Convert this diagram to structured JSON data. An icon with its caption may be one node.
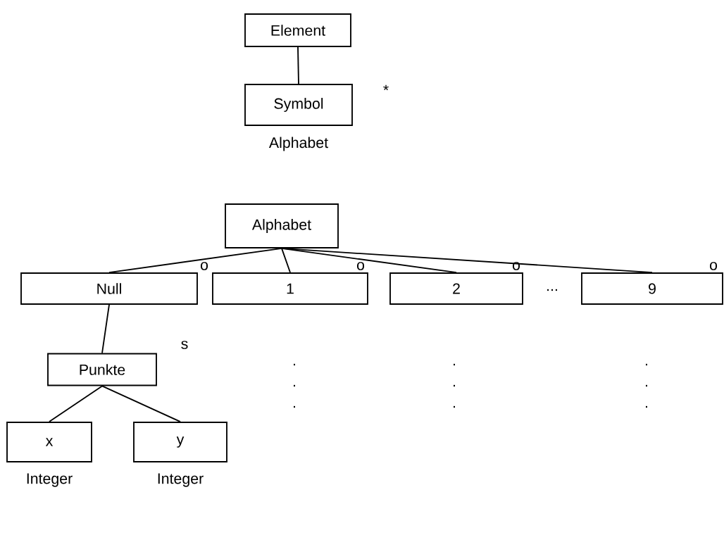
{
  "diagram": {
    "nodes": [
      {
        "text": [
          "Element"
        ]
      },
      {
        "text": [
          "Symbol"
        ],
        "beside": [
          "Alphabet"
        ]
      },
      {
        "text": [
          "Alphabet"
        ]
      },
      {
        "text": [
          "Null"
        ]
      },
      {
        "text": [
          "1"
        ]
      },
      {
        "text": [
          "2"
        ]
      },
      {
        "text": [
          "9"
        ]
      },
      {
        "text": [
          "Punkte"
        ]
      },
      {
        "text": [
          "x"
        ],
        "beside": [
          "Integer"
        ]
      },
      {
        "text": [
          "y"
        ],
        "beside": [
          "Integer"
        ]
      }
    ],
    "edges": [
      {
        "from": 0,
        "to": 1,
        "arrow": "none"
      },
      {
        "from": 2,
        "to": 3,
        "arrow": "none"
      },
      {
        "from": 2,
        "to": 4,
        "arrow": "none"
      },
      {
        "from": 2,
        "to": 5,
        "arrow": "none"
      },
      {
        "from": 2,
        "to": 6,
        "arrow": "none"
      },
      {
        "from": 3,
        "to": 7,
        "arrow": "none"
      },
      {
        "from": 7,
        "to": 8,
        "arrow": "none"
      },
      {
        "from": 7,
        "to": 9,
        "arrow": "none"
      }
    ],
    "labels": [
      "*",
      "o",
      "o",
      "o",
      "o",
      "...",
      "s",
      ".",
      ".",
      ".",
      ".",
      ".",
      ".",
      ".",
      ".",
      "."
    ]
  }
}
